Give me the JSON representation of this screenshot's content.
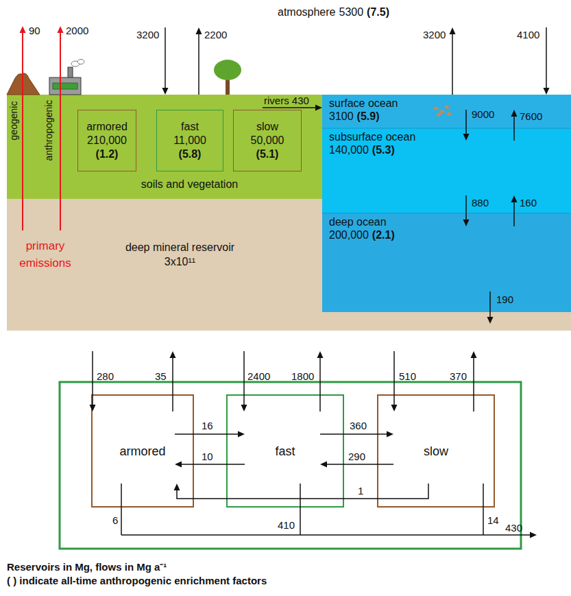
{
  "diagram": {
    "nodes": [
      {
        "text": [
          "atmosphere",
          "5300",
          "(7.5)"
        ]
      },
      {
        "text": [
          "soils and vegetation"
        ]
      },
      {
        "text": [
          "armored",
          "210,000",
          "(1.2)"
        ],
        "in": 1
      },
      {
        "text": [
          "fast",
          "11,000",
          "(5.8)"
        ],
        "in": 1
      },
      {
        "text": [
          "slow",
          "50,000",
          "(5.1)"
        ],
        "in": 1
      },
      {
        "text": [
          "surface ocean",
          "3100",
          "(5.9)"
        ]
      },
      {
        "text": [
          "subsurface ocean",
          "140,000",
          "(5.3)"
        ]
      },
      {
        "text": [
          "deep ocean",
          "200,000",
          "(2.1)"
        ]
      },
      {
        "text": [
          "deep mineral reservoir",
          "3x10¹¹"
        ]
      },
      {
        "text": [
          "armored"
        ]
      },
      {
        "text": [
          "fast"
        ]
      },
      {
        "text": [
          "slow"
        ]
      }
    ],
    "edges": [
      {
        "from": 8,
        "to": 0,
        "arrow": "to",
        "label": "90"
      },
      {
        "from": 8,
        "to": 0,
        "arrow": "to",
        "label": "2000"
      },
      {
        "from": 0,
        "to": 1,
        "arrow": "to",
        "label": "3200"
      },
      {
        "from": 1,
        "to": 0,
        "arrow": "to",
        "label": "2200"
      },
      {
        "from": 1,
        "to": 5,
        "arrow": "to",
        "label": "rivers 430"
      },
      {
        "from": 5,
        "to": 0,
        "arrow": "to",
        "label": "3200"
      },
      {
        "from": 0,
        "to": 5,
        "arrow": "to",
        "label": "4100"
      },
      {
        "from": 5,
        "to": 6,
        "arrow": "to",
        "label": "9000"
      },
      {
        "from": 6,
        "to": 5,
        "arrow": "to",
        "label": "7600"
      },
      {
        "from": 6,
        "to": 7,
        "arrow": "to",
        "label": "880"
      },
      {
        "from": 7,
        "to": 6,
        "arrow": "to",
        "label": "160"
      },
      {
        "from": 7,
        "to": 8,
        "arrow": "to",
        "label": "190"
      },
      {
        "from": 9,
        "to": 10,
        "arrow": "to",
        "label": "16"
      },
      {
        "from": 10,
        "to": 9,
        "arrow": "to",
        "label": "10"
      },
      {
        "from": 10,
        "to": 11,
        "arrow": "to",
        "label": "360"
      },
      {
        "from": 11,
        "to": 10,
        "arrow": "to",
        "label": "290"
      },
      {
        "from": 11,
        "to": 9,
        "arrow": "to",
        "label": "1"
      }
    ],
    "labels": [
      "geogenic",
      "anthropogenic",
      "primary emissions",
      "280",
      "35",
      "2400",
      "1800",
      "510",
      "370",
      "6",
      "410",
      "14",
      "430",
      "Reservoirs in Mg, flows in Mg a⁻¹",
      "( ) indicate all-time anthropogenic enrichment factors"
    ]
  }
}
